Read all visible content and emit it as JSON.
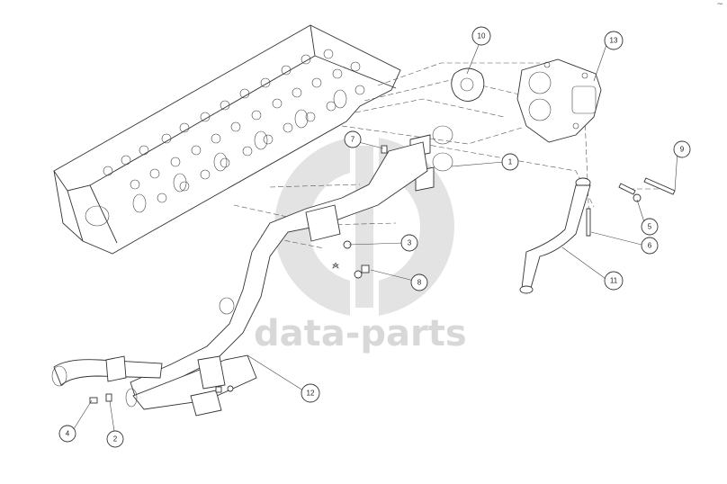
{
  "watermark": {
    "text": "data-parts",
    "color": "#d8d8d8"
  },
  "callouts": [
    "1",
    "2",
    "3",
    "4",
    "5",
    "6",
    "7",
    "8",
    "9",
    "10",
    "11",
    "12",
    "13"
  ],
  "corner_mark": "~"
}
